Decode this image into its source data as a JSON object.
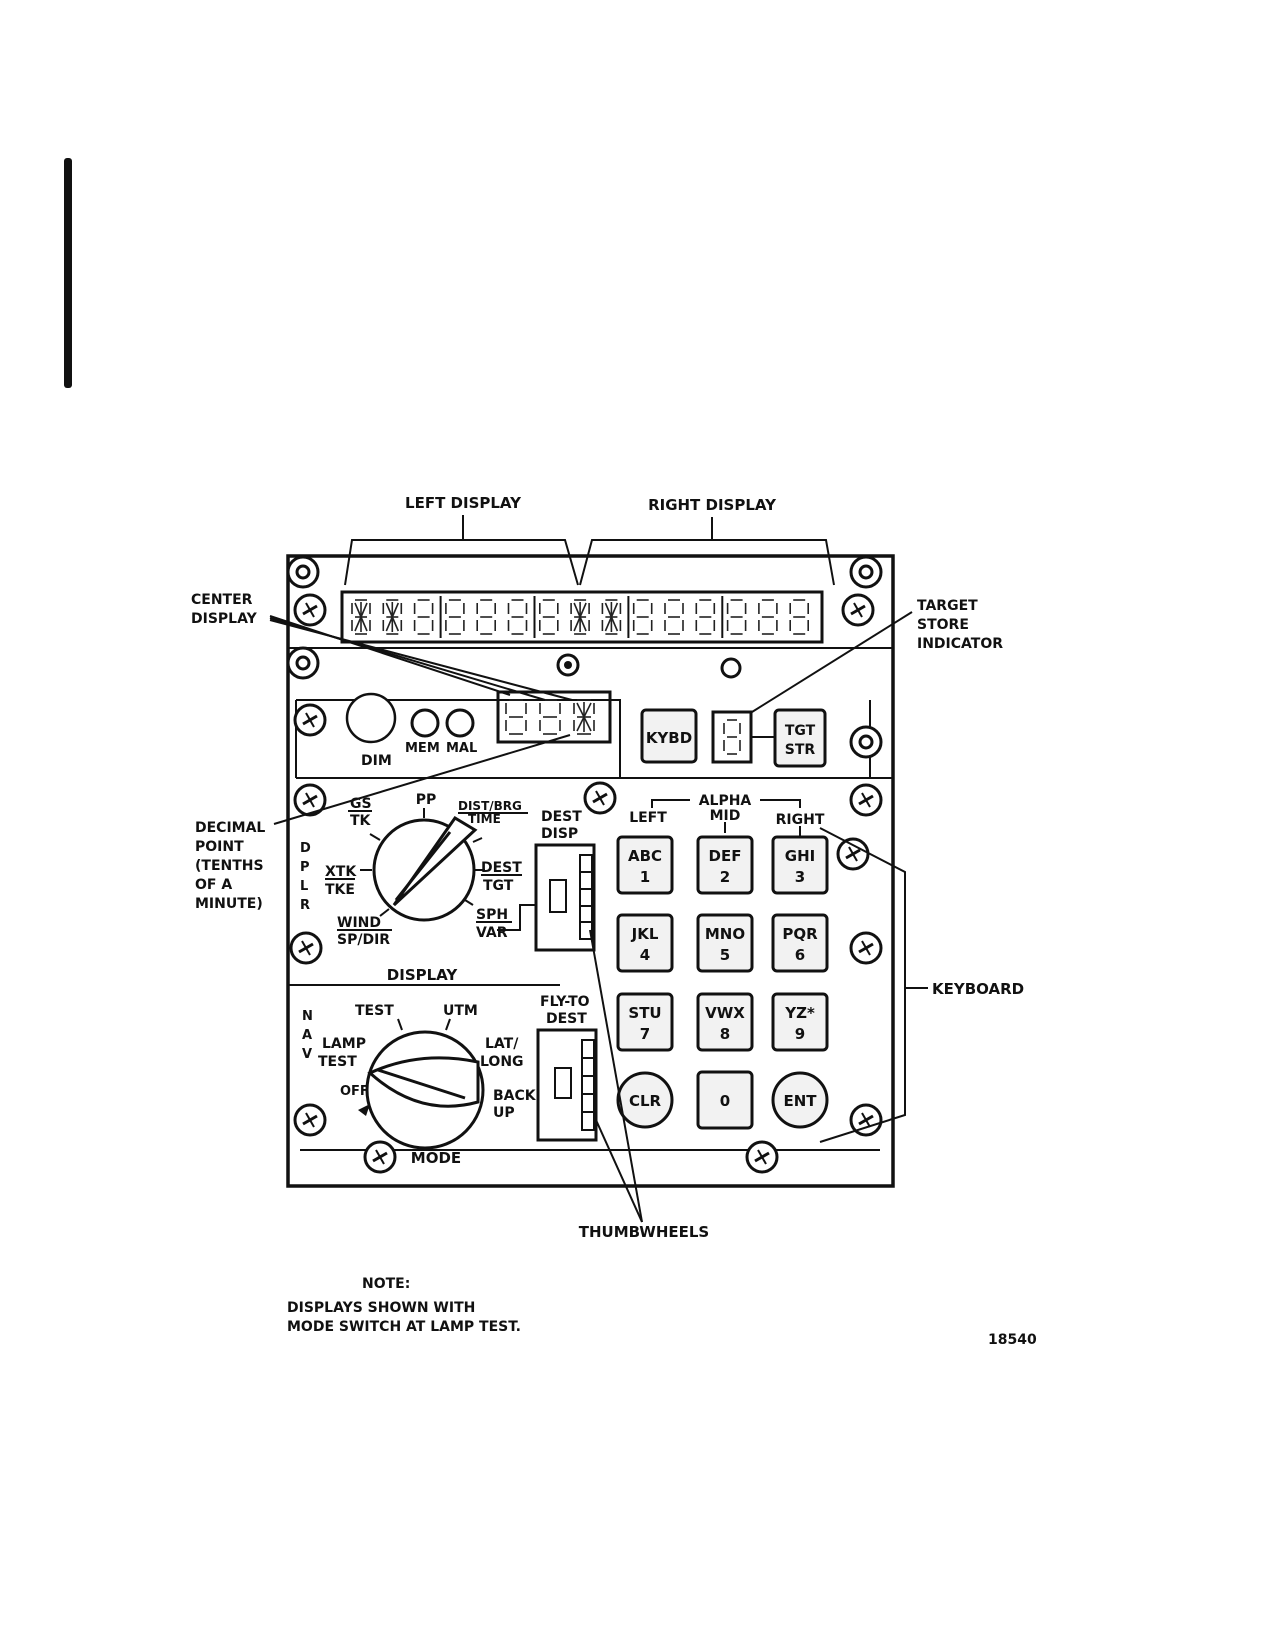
{
  "labels": {
    "left_display": "LEFT DISPLAY",
    "right_display": "RIGHT DISPLAY",
    "center_display": [
      "CENTER",
      "DISPLAY"
    ],
    "target_store_indicator": [
      "TARGET",
      "STORE",
      "INDICATOR"
    ],
    "decimal_point": [
      "DECIMAL",
      "POINT",
      "(TENTHS",
      "OF A",
      "MINUTE)"
    ],
    "keyboard": "KEYBOARD",
    "thumbwheels": "THUMBWHEELS",
    "note_title": "NOTE:",
    "note_text": [
      "DISPLAYS SHOWN WITH",
      "MODE SWITCH AT LAMP TEST."
    ],
    "figure_number": "18540"
  },
  "panel": {
    "kybd": "KYBD",
    "tgt_str": [
      "TGT",
      "STR"
    ],
    "dim": "DIM",
    "mem": "MEM",
    "mal": "MAL",
    "alpha": "ALPHA",
    "alpha_left": "LEFT",
    "alpha_mid": "MID",
    "alpha_right": "RIGHT",
    "dest_disp": [
      "DEST",
      "DISP"
    ],
    "fly_to_dest": [
      "FLY-TO",
      "DEST"
    ],
    "dplr": [
      "D",
      "P",
      "L",
      "R"
    ],
    "nav": [
      "N",
      "A",
      "V"
    ]
  },
  "display_switch": {
    "label": "DISPLAY",
    "positions": {
      "pp": "PP",
      "dist_brg_time": [
        "DIST/BRG",
        "TIME"
      ],
      "dest_tgt": [
        "DEST",
        "TGT"
      ],
      "sph_var": [
        "SPH",
        "VAR"
      ],
      "wind_sp_dir": [
        "WIND",
        "SP/DIR"
      ],
      "xtk_tke": [
        "XTK",
        "TKE"
      ],
      "gs_tk": [
        "GS",
        "TK"
      ]
    }
  },
  "mode_switch": {
    "label": "MODE",
    "positions": {
      "test": "TEST",
      "utm": "UTM",
      "lat_long": [
        "LAT/",
        "LONG"
      ],
      "back_up": [
        "BACK",
        "UP"
      ],
      "off": "OFF",
      "lamp_test": [
        "LAMP",
        "TEST"
      ]
    },
    "selected": "LAMP TEST"
  },
  "keyboard_keys": [
    [
      "ABC",
      "1"
    ],
    [
      "DEF",
      "2"
    ],
    [
      "GHI",
      "3"
    ],
    [
      "JKL",
      "4"
    ],
    [
      "MNO",
      "5"
    ],
    [
      "PQR",
      "6"
    ],
    [
      "STU",
      "7"
    ],
    [
      "VWX",
      "8"
    ],
    [
      "YZ*",
      "9"
    ],
    [
      "CLR",
      ""
    ],
    [
      "0",
      ""
    ],
    [
      "ENT",
      ""
    ]
  ]
}
